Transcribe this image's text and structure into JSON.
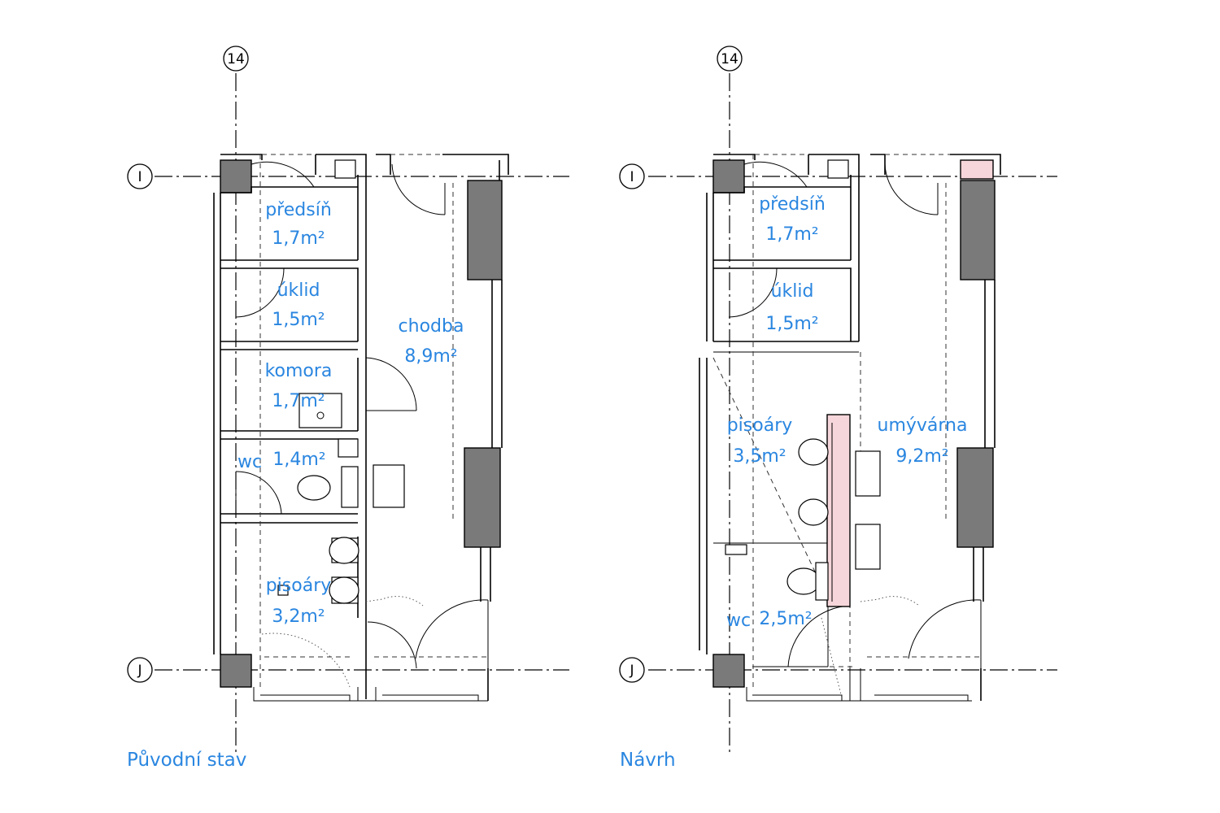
{
  "grid": {
    "col_axis": "14",
    "row_axis_top": "I",
    "row_axis_bottom": "J"
  },
  "captions": {
    "left": "Původní stav",
    "right": "Návrh"
  },
  "left_plan": {
    "rooms": [
      {
        "name": "předsíň",
        "area": "1,7m²"
      },
      {
        "name": "úklid",
        "area": "1,5m²"
      },
      {
        "name": "komora",
        "area": "1,7m²"
      },
      {
        "name": "wc",
        "area": "1,4m²"
      },
      {
        "name": "pisoáry",
        "area": "3,2m²"
      },
      {
        "name": "chodba",
        "area": "8,9m²"
      }
    ]
  },
  "right_plan": {
    "rooms": [
      {
        "name": "předsíň",
        "area": "1,7m²"
      },
      {
        "name": "úklid",
        "area": "1,5m²"
      },
      {
        "name": "pisoáry",
        "area": "3,5m²"
      },
      {
        "name": "umývárna",
        "area": "9,2m²"
      },
      {
        "name": "wc",
        "area": "2,5m²"
      }
    ]
  },
  "colors": {
    "label": "#2a86e0",
    "column_fill": "#7a7a7a",
    "new_element_fill": "#f6d6da"
  }
}
